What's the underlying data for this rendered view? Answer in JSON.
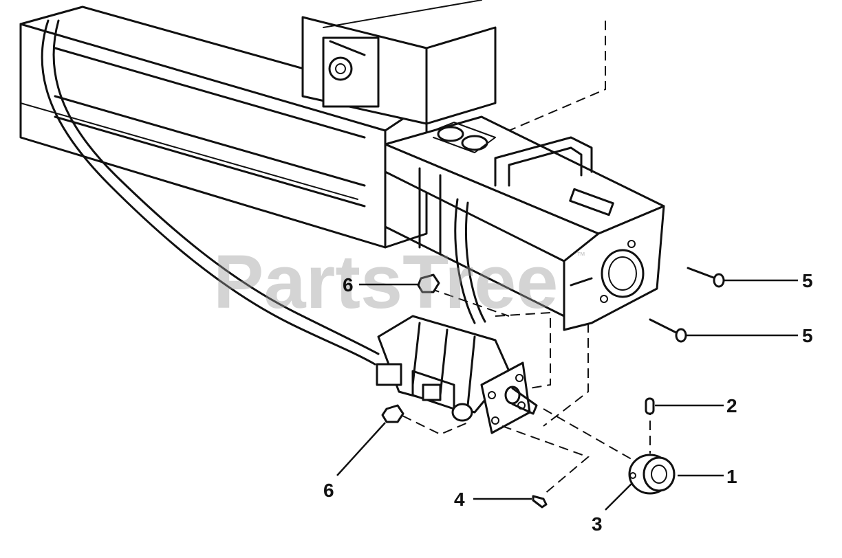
{
  "watermark": {
    "text": "PartsTree",
    "trademark": "™"
  },
  "callouts": [
    {
      "id": "6-upper",
      "label": "6"
    },
    {
      "id": "5-upper",
      "label": "5"
    },
    {
      "id": "5-lower",
      "label": "5"
    },
    {
      "id": "2",
      "label": "2"
    },
    {
      "id": "1",
      "label": "1"
    },
    {
      "id": "6-lower",
      "label": "6"
    },
    {
      "id": "4",
      "label": "4"
    },
    {
      "id": "3",
      "label": "3"
    }
  ]
}
